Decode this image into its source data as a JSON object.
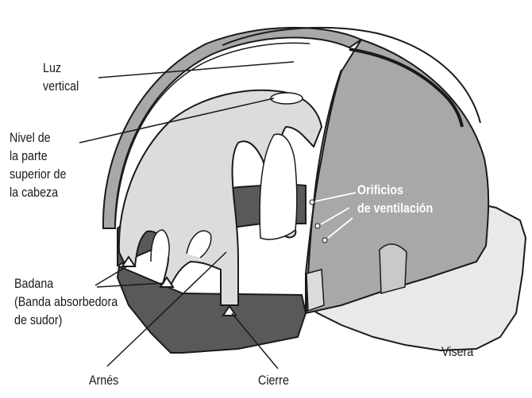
{
  "labels": {
    "luz_vertical": [
      "Luz",
      "vertical"
    ],
    "nivel": [
      "Nivel de",
      "la parte",
      "superior de",
      "la cabeza"
    ],
    "badana": [
      "Badana",
      "(Banda absorbedora",
      "de sudor)"
    ],
    "arnes": "Arnés",
    "cierre": "Cierre",
    "visera": "Visera",
    "orificios": [
      "Orificios",
      "de ventilación"
    ]
  },
  "colors": {
    "shell_gray": "#a8a8a8",
    "harness_light": "#dcdcdc",
    "band_dark": "#595959",
    "brim_light": "#e9e9e9",
    "outline": "#1a1a1a"
  }
}
